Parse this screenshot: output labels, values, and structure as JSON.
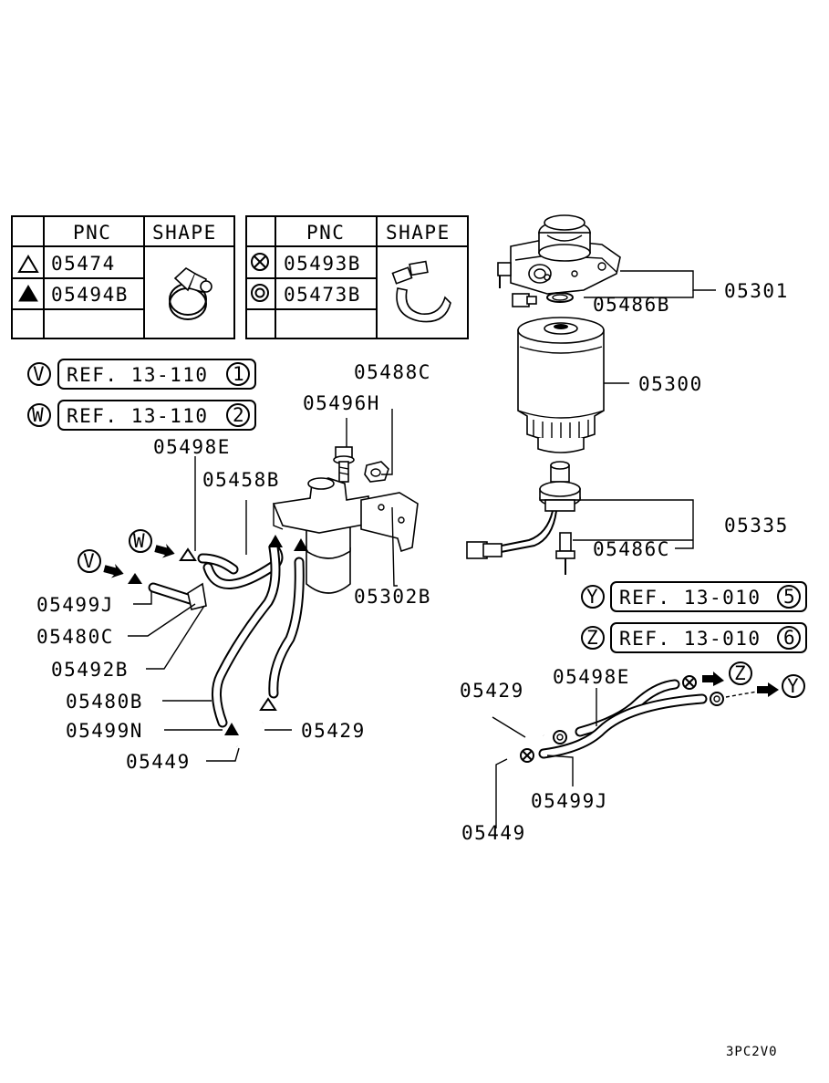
{
  "legend_tables": [
    {
      "headers": {
        "pnc": "PNC",
        "shape": "SHAPE"
      },
      "rows": [
        {
          "symbol": "open-triangle",
          "pnc": "05474"
        },
        {
          "symbol": "filled-triangle",
          "pnc": "05494B"
        }
      ]
    },
    {
      "headers": {
        "pnc": "PNC",
        "shape": "SHAPE"
      },
      "rows": [
        {
          "symbol": "circled-x",
          "pnc": "05493B"
        },
        {
          "symbol": "double-circle",
          "pnc": "05473B"
        }
      ]
    }
  ],
  "references": [
    {
      "marker": "V",
      "text": "REF. 13-110",
      "num": "1"
    },
    {
      "marker": "W",
      "text": "REF. 13-110",
      "num": "2"
    },
    {
      "marker": "Y",
      "text": "REF. 13-010",
      "num": "5"
    },
    {
      "marker": "Z",
      "text": "REF. 13-010",
      "num": "6"
    }
  ],
  "callouts": {
    "c05301": "05301",
    "c05486B": "05486B",
    "c05300": "05300",
    "c05488C": "05488C",
    "c05496H": "05496H",
    "c05498E_a": "05498E",
    "c05458B": "05458B",
    "c05335": "05335",
    "c05486C": "05486C",
    "c05302B": "05302B",
    "c05499J_a": "05499J",
    "c05480C": "05480C",
    "c05492B": "05492B",
    "c05480B": "05480B",
    "c05499N": "05499N",
    "c05429_a": "05429",
    "c05449_a": "05449",
    "c05429_b": "05429",
    "c05498E_b": "05498E",
    "c05499J_b": "05499J",
    "c05449_b": "05449"
  },
  "flow_markers": {
    "v": "V",
    "w": "W",
    "y": "Y",
    "z": "Z"
  },
  "diagram_code": "3PC2V0"
}
